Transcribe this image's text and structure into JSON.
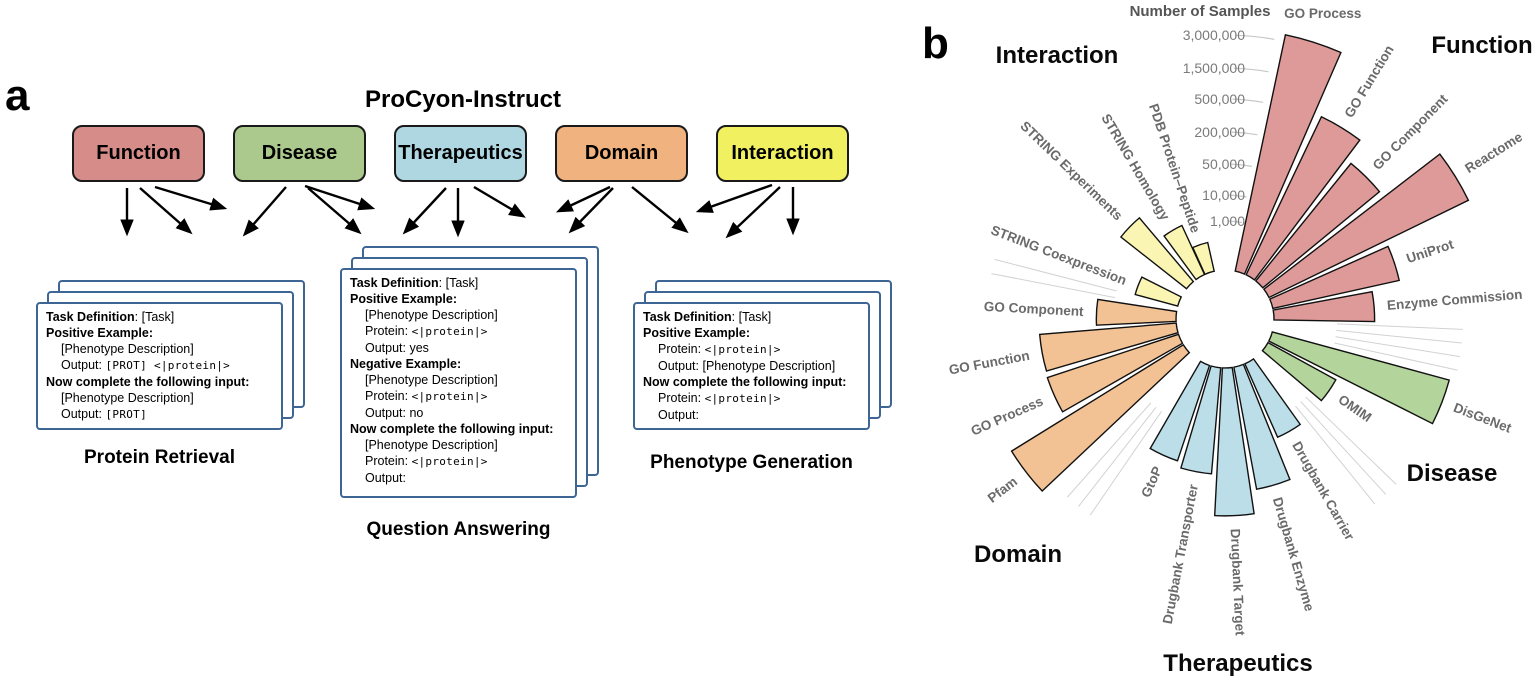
{
  "panel_a": {
    "panel_label": "a",
    "title": "ProCyon-Instruct",
    "boxes": [
      {
        "label": "Function",
        "color": "#d68d8a"
      },
      {
        "label": "Disease",
        "color": "#abc98d"
      },
      {
        "label": "Therapeutics",
        "color": "#aed7e2"
      },
      {
        "label": "Domain",
        "color": "#f0b27e"
      },
      {
        "label": "Interaction",
        "color": "#f0f060"
      }
    ],
    "stacks": [
      {
        "title": "Protein Retrieval",
        "lines": [
          {
            "indent": 0,
            "parts": [
              [
                "b",
                "Task Definition"
              ],
              [
                "n",
                ": [Task]"
              ]
            ]
          },
          {
            "indent": 0,
            "parts": [
              [
                "b",
                "Positive Example:"
              ]
            ]
          },
          {
            "indent": 1,
            "parts": [
              [
                "n",
                "[Phenotype Description]"
              ]
            ]
          },
          {
            "indent": 1,
            "parts": [
              [
                "n",
                "Output: "
              ],
              [
                "m",
                "[PROT] <|protein|>"
              ]
            ]
          },
          {
            "indent": 0,
            "parts": [
              [
                "b",
                "Now complete the following input:"
              ]
            ]
          },
          {
            "indent": 1,
            "parts": [
              [
                "n",
                "[Phenotype Description]"
              ]
            ]
          },
          {
            "indent": 1,
            "parts": [
              [
                "n",
                "Output: "
              ],
              [
                "m",
                "[PROT]"
              ]
            ]
          }
        ]
      },
      {
        "title": "Question Answering",
        "lines": [
          {
            "indent": 0,
            "parts": [
              [
                "b",
                "Task Definition"
              ],
              [
                "n",
                ": [Task]"
              ]
            ]
          },
          {
            "indent": 0,
            "parts": [
              [
                "b",
                "Positive Example:"
              ]
            ]
          },
          {
            "indent": 1,
            "parts": [
              [
                "n",
                "[Phenotype Description]"
              ]
            ]
          },
          {
            "indent": 1,
            "parts": [
              [
                "n",
                "Protein: "
              ],
              [
                "m",
                "<|protein|>"
              ]
            ]
          },
          {
            "indent": 1,
            "parts": [
              [
                "n",
                "Output: yes"
              ]
            ]
          },
          {
            "indent": 0,
            "parts": [
              [
                "b",
                "Negative Example:"
              ]
            ]
          },
          {
            "indent": 1,
            "parts": [
              [
                "n",
                "[Phenotype Description]"
              ]
            ]
          },
          {
            "indent": 1,
            "parts": [
              [
                "n",
                "Protein: "
              ],
              [
                "m",
                "<|protein|>"
              ]
            ]
          },
          {
            "indent": 1,
            "parts": [
              [
                "n",
                "Output: no"
              ]
            ]
          },
          {
            "indent": 0,
            "parts": [
              [
                "b",
                "Now complete the following input:"
              ]
            ]
          },
          {
            "indent": 1,
            "parts": [
              [
                "n",
                "[Phenotype Description]"
              ]
            ]
          },
          {
            "indent": 1,
            "parts": [
              [
                "n",
                "Protein: "
              ],
              [
                "m",
                "<|protein|>"
              ]
            ]
          },
          {
            "indent": 1,
            "parts": [
              [
                "n",
                "Output:"
              ]
            ]
          }
        ]
      },
      {
        "title": "Phenotype Generation",
        "lines": [
          {
            "indent": 0,
            "parts": [
              [
                "b",
                "Task Definition"
              ],
              [
                "n",
                ": [Task]"
              ]
            ]
          },
          {
            "indent": 0,
            "parts": [
              [
                "b",
                "Positive Example:"
              ]
            ]
          },
          {
            "indent": 1,
            "parts": [
              [
                "n",
                "Protein: "
              ],
              [
                "m",
                "<|protein|>"
              ]
            ]
          },
          {
            "indent": 1,
            "parts": [
              [
                "n",
                "Output: [Phenotype Description]"
              ]
            ]
          },
          {
            "indent": 0,
            "parts": [
              [
                "b",
                "Now complete the following input:"
              ]
            ]
          },
          {
            "indent": 1,
            "parts": [
              [
                "n",
                "Protein: "
              ],
              [
                "m",
                "<|protein|>"
              ]
            ]
          },
          {
            "indent": 1,
            "parts": [
              [
                "n",
                "Output:"
              ]
            ]
          }
        ]
      }
    ]
  },
  "panel_b": {
    "panel_label": "b",
    "chart_data": {
      "type": "bar",
      "layout": "radial",
      "axis_title": "Number of Samples",
      "axis_ticks": [
        {
          "label": "1,000",
          "value": 1000
        },
        {
          "label": "10,000",
          "value": 10000
        },
        {
          "label": "50,000",
          "value": 50000
        },
        {
          "label": "200,000",
          "value": 200000
        },
        {
          "label": "500,000",
          "value": 500000
        },
        {
          "label": "1,500,000",
          "value": 1500000
        },
        {
          "label": "3,000,000",
          "value": 3000000
        }
      ],
      "groups": [
        {
          "name": "Function",
          "color": "#dd9a98",
          "bars": [
            {
              "label": "GO Process",
              "value": 3300000
            },
            {
              "label": "GO Function",
              "value": 630000
            },
            {
              "label": "GO Component",
              "value": 320000
            },
            {
              "label": "Reactome",
              "value": 2400000
            },
            {
              "label": "UniProt",
              "value": 160000
            },
            {
              "label": "Enzyme Commission",
              "value": 43000
            }
          ]
        },
        {
          "name": "Disease",
          "color": "#b3d59b",
          "bars": [
            {
              "label": "DisGeNet",
              "value": 900000
            },
            {
              "label": "OMIM",
              "value": 13000
            }
          ]
        },
        {
          "name": "Therapeutics",
          "color": "#bcdee9",
          "bars": [
            {
              "label": "Drugbank Carrier",
              "value": 17000
            },
            {
              "label": "Drugbank Enzyme",
              "value": 135000
            },
            {
              "label": "Drugbank Target",
              "value": 290000
            },
            {
              "label": "Drugbank Transporter",
              "value": 52000
            },
            {
              "label": "GtoP",
              "value": 43000
            }
          ]
        },
        {
          "name": "Domain",
          "color": "#f3c294",
          "bars": [
            {
              "label": "Pfam",
              "value": 1500000
            },
            {
              "label": "GO Process",
              "value": 200000
            },
            {
              "label": "GO Function",
              "value": 195000
            },
            {
              "label": "GO Component",
              "value": 16000
            }
          ]
        },
        {
          "name": "Interaction",
          "color": "#faf5b2",
          "bars": [
            {
              "label": "STRING Coexpression",
              "value": 900
            },
            {
              "label": "STRING Experiments",
              "value": 21000
            },
            {
              "label": "STRING Homology",
              "value": 2700
            },
            {
              "label": "PDB Protein–Peptide",
              "value": 600
            }
          ]
        }
      ]
    }
  }
}
